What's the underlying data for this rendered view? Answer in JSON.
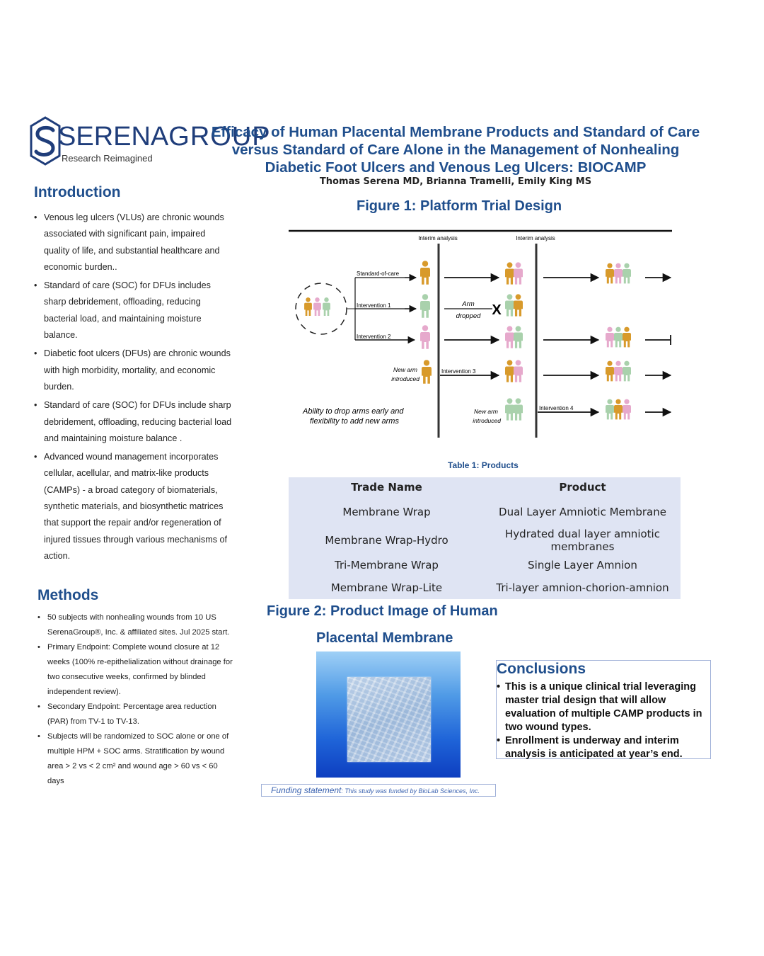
{
  "logo": {
    "brand_bold": "SERENA",
    "brand_light": "GROUP",
    "tagline": "Research Reimagined"
  },
  "title": "Efficacy of Human Placental Membrane Products and Standard of Care versus Standard of Care Alone in the Management of Nonhealing Diabetic Foot Ulcers and Venous Leg Ulcers: BIOCAMP",
  "authors": "Thomas Serena MD, Brianna Tramelli, Emily King MS",
  "introduction": {
    "heading": "Introduction",
    "bullets": [
      "Venous leg ulcers (VLUs) are chronic wounds associated with significant pain, impaired quality of life, and substantial healthcare and economic burden..",
      "Standard of care (SOC) for DFUs includes sharp debridement, offloading, reducing bacterial load, and maintaining moisture balance.",
      "Diabetic foot ulcers (DFUs) are chronic wounds with high morbidity, mortality, and economic burden.",
      "Standard of care (SOC) for DFUs include sharp debridement, offloading, reducing bacterial load and maintaining moisture balance .",
      "Advanced wound management incorporates cellular, acellular, and matrix-like products (CAMPs) - a broad category of biomaterials, synthetic materials, and biosynthetic matrices that support the repair and/or regeneration of injured tissues through various mechanisms of action."
    ]
  },
  "methods": {
    "heading": "Methods",
    "bullets": [
      "50 subjects with nonhealing wounds from 10 US SerenaGroup®, Inc. & affiliated sites. Jul 2025 start.",
      "Primary Endpoint: Complete wound closure at 12 weeks (100% re-epithelialization without drainage for two consecutive weeks, confirmed by blinded independent review).",
      "Secondary Endpoint: Percentage area reduction (PAR) from TV-1 to TV-13.",
      "Subjects will be randomized to SOC alone or one of multiple HPM + SOC arms. Stratification by wound area > 2 vs < 2 cm² and wound age > 60 vs < 60 days"
    ]
  },
  "figure1": {
    "title": "Figure 1: Platform Trial Design",
    "interim_1": "Interim analysis",
    "interim_2": "Interim analysis",
    "standard_of_care": "Standard-of-care",
    "intervention_1": "Intervention 1",
    "intervention_2": "Intervention 2",
    "intervention_3": "Intervention 3",
    "intervention_4": "Intervention 4",
    "arm_dropped_1": "Arm",
    "arm_dropped_2": "dropped",
    "drop_mark": "X",
    "new_arm_1a": "New arm",
    "new_arm_1b": "introduced",
    "new_arm_2a": "New arm",
    "new_arm_2b": "introduced",
    "caption_1": "Ability to drop arms early and",
    "caption_2": "flexibility to add new arms",
    "colors": {
      "soc": "#d89a2b",
      "int1": "#a9d1ac",
      "int2": "#e6a9cc"
    }
  },
  "table": {
    "caption": "Table 1: Products",
    "headers": [
      "Trade Name",
      "Product"
    ],
    "rows": [
      [
        "Membrane Wrap",
        "Dual Layer Amniotic Membrane"
      ],
      [
        "Membrane Wrap-Hydro",
        "Hydrated dual layer amniotic membranes"
      ],
      [
        "Tri-Membrane Wrap",
        "Single Layer Amnion"
      ],
      [
        "Membrane Wrap-Lite",
        "Tri-layer amnion-chorion-amnion"
      ]
    ]
  },
  "figure2": {
    "title_line1": "Figure 2: Product Image of Human",
    "title_line2": "Placental Membrane"
  },
  "conclusions": {
    "heading": "Conclusions",
    "bullets": [
      "This is a unique clinical trial leveraging master trial design that will allow evaluation of multiple CAMP products in two wound types.",
      "Enrollment is underway and interim analysis is anticipated at year’s end."
    ]
  },
  "funding": {
    "label": "Funding statement",
    "text": ": This study was funded by BioLab Sciences, Inc."
  }
}
